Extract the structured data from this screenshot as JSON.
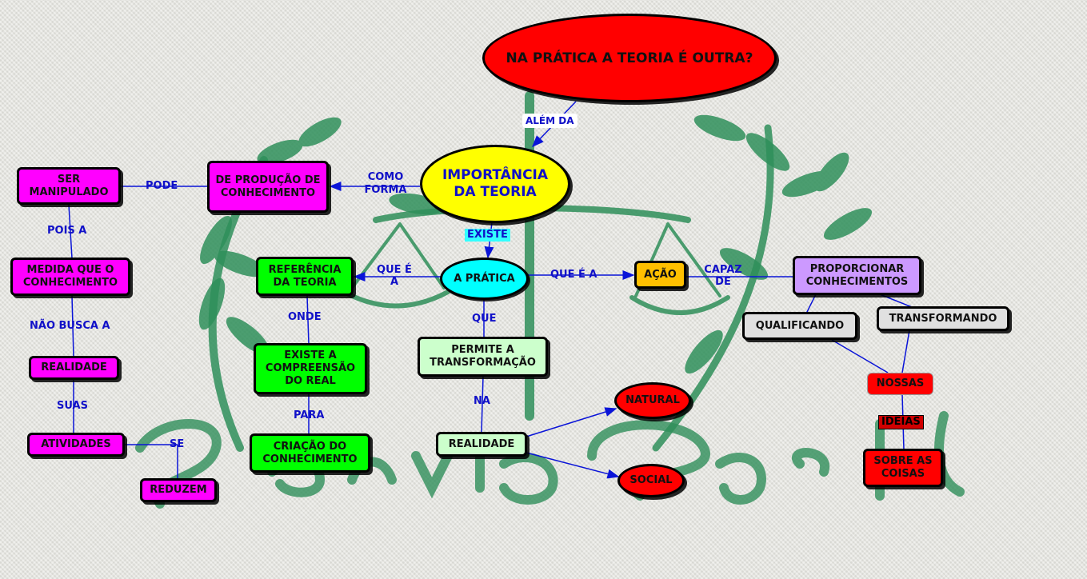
{
  "nodes": {
    "title": "NA PRÁTICA A TEORIA É OUTRA?",
    "importancia": "IMPORTÂNCIA DA TEORIA",
    "producao": "DE PRODUÇÃO DE CONHECIMENTO",
    "ser_manipulado": "SER MANIPULADO",
    "medida": "MEDIDA QUE O CONHECIMENTO",
    "realidade_left": "REALIDADE",
    "atividades": "ATIVIDADES",
    "reduzem": "REDUZEM",
    "referencia": "REFERÊNCIA DA TEORIA",
    "existe_compreensao": "EXISTE A COMPREENSÃO DO REAL",
    "criacao": "CRIAÇÃO DO CONHECIMENTO",
    "a_pratica": "A PRÁTICA",
    "permite": "PERMITE A TRANSFORMAÇÃO",
    "realidade_center": "REALIDADE",
    "natural": "NATURAL",
    "social": "SOCIAL",
    "acao": "AÇÃO",
    "proporcionar": "PROPORCIONAR CONHECIMENTOS",
    "qualificando": "QUALIFICANDO",
    "transformando": "TRANSFORMANDO",
    "nossas": "NOSSAS",
    "sobre": "SOBRE AS COISAS"
  },
  "links": {
    "alem_da": "ALÉM DA",
    "como_forma": "COMO FORMA",
    "pode": "PODE",
    "pois_a": "POIS A",
    "nao_busca": "NÃO BUSCA A",
    "suas": "SUAS",
    "se": "SE",
    "existe": "EXISTE",
    "que_e_a_left": "QUE É A",
    "onde": "ONDE",
    "para": "PARA",
    "que": "QUE",
    "na": "NA",
    "que_e_a_right": "QUE É A",
    "capaz_de": "CAPAZ DE",
    "ideias": "IDEIAS"
  },
  "colors": {
    "link": "#1010c8",
    "embroidery": "#2e8b57"
  }
}
